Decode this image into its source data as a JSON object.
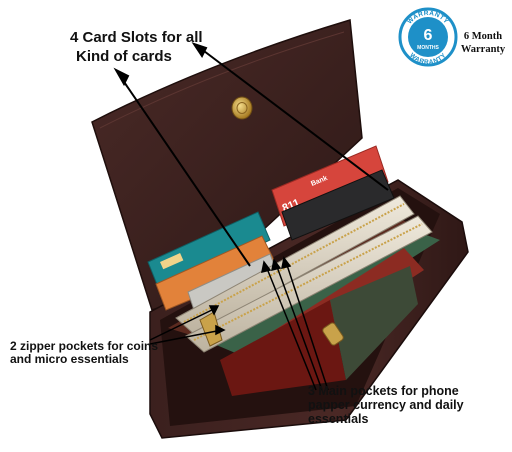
{
  "annotations": {
    "card_slots": {
      "line1": "4 Card Slots for all",
      "line2": "Kind of cards"
    },
    "zipper_pockets": {
      "text": "2 zipper pockets for coins and micro essentials"
    },
    "main_pockets": {
      "line1": "3 Main pockets for phone",
      "line2": "papper currency and daily",
      "line3": "essentials"
    }
  },
  "warranty": {
    "badge_top": "WARRANTY",
    "badge_number": "6",
    "badge_unit": "MONTHS",
    "badge_bottom": "WARRANTY",
    "side_line1": "6 Month",
    "side_line2": "Warranty"
  },
  "cards": {
    "red_card_brand": "Bank",
    "red_card_digits": "811"
  },
  "colors": {
    "wallet": "#3a1f1d",
    "wallet_inner": "#24110f",
    "zipper": "#c9a24a",
    "badge_blue": "#1e90c8",
    "card_red": "#d6453c",
    "card_teal": "#1a8a90",
    "card_orange": "#e2823a"
  }
}
